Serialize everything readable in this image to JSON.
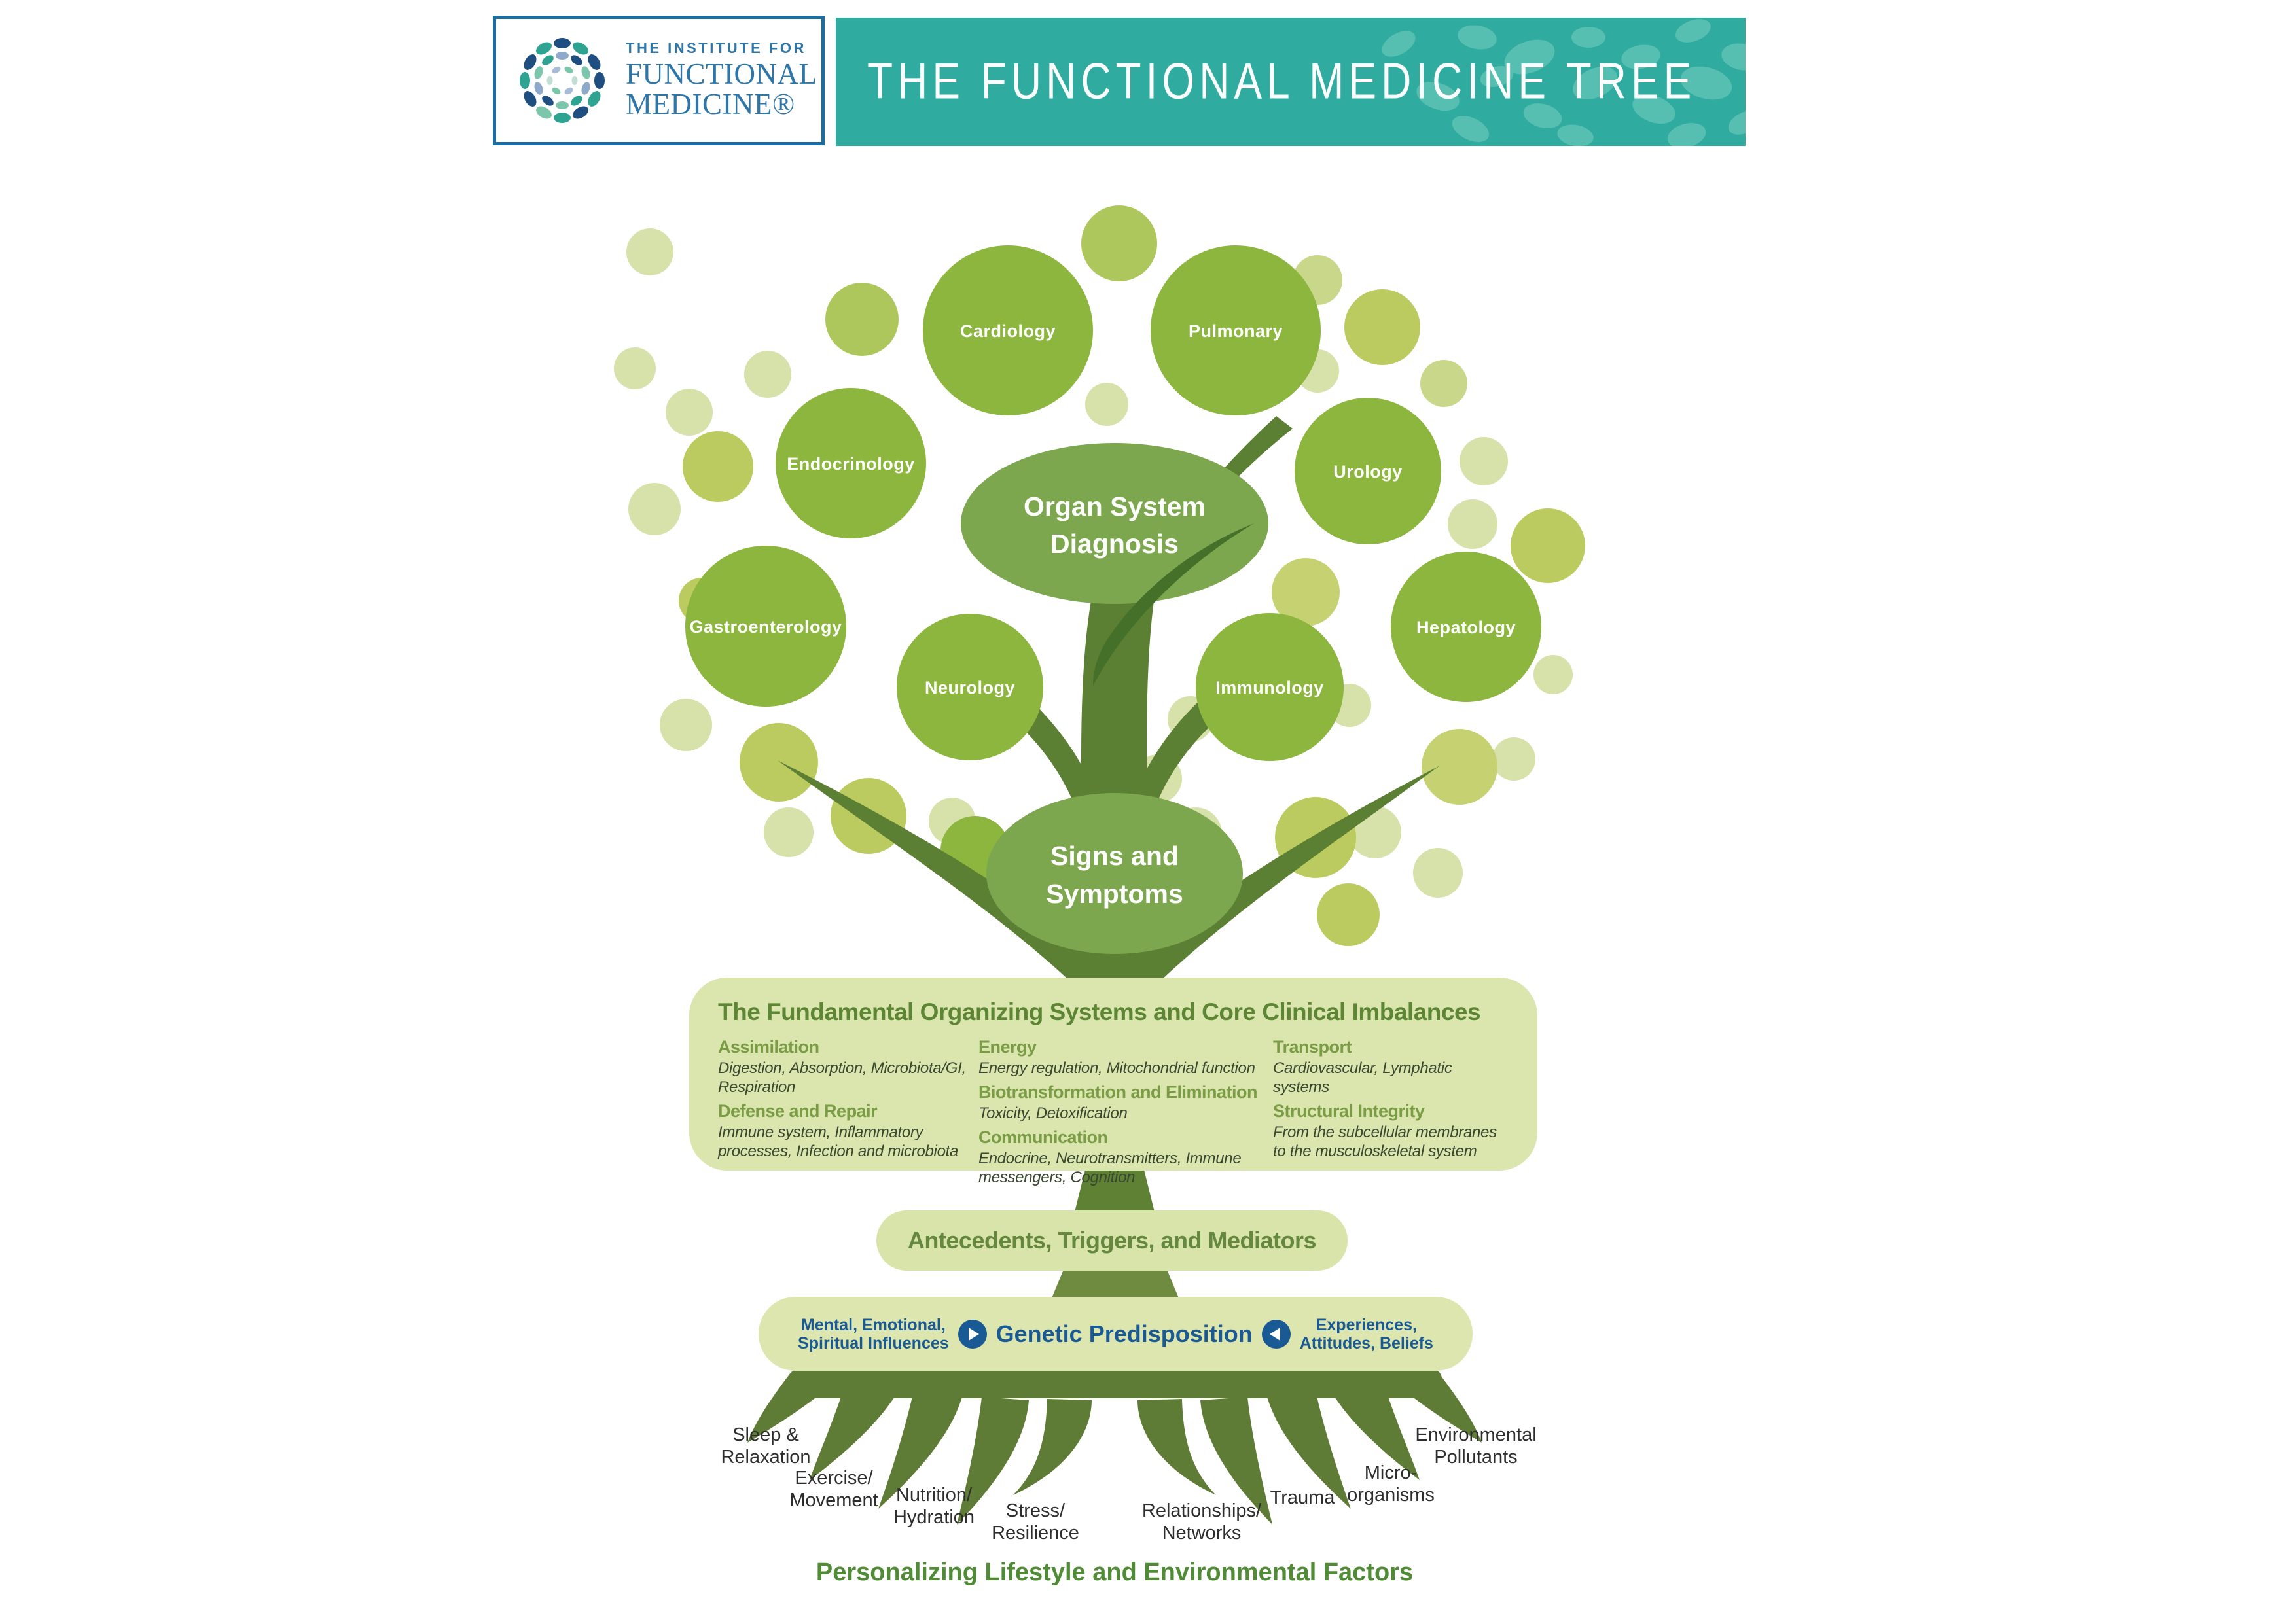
{
  "header": {
    "logo": {
      "line1": "THE INSTITUTE FOR",
      "line2": "FUNCTIONAL",
      "line3": "MEDICINE®"
    },
    "banner_title": "THE FUNCTIONAL MEDICINE TREE"
  },
  "canopy": {
    "circles": [
      "Cardiology",
      "Pulmonary",
      "Endocrinology",
      "Urology",
      "Gastroenterology",
      "Neurology",
      "Immunology",
      "Hepatology"
    ],
    "organ": {
      "line1": "Organ System",
      "line2": "Diagnosis"
    },
    "signs": {
      "line1": "Signs and",
      "line2": "Symptoms"
    }
  },
  "imbalances": {
    "title": "The Fundamental Organizing Systems and Core Clinical Imbalances",
    "columns": [
      [
        {
          "h": "Assimilation",
          "b": "Digestion, Absorption, Microbiota/GI, Respiration"
        },
        {
          "h": "Defense and Repair",
          "b": "Immune system, Inflammatory processes, Infection and microbiota"
        }
      ],
      [
        {
          "h": "Energy",
          "b": "Energy regulation, Mitochondrial function"
        },
        {
          "h": "Biotransformation and Elimination",
          "b": "Toxicity, Detoxification"
        },
        {
          "h": "Communication",
          "b": "Endocrine, Neurotransmitters, Immune messengers, Cognition"
        }
      ],
      [
        {
          "h": "Transport",
          "b": "Cardiovascular, Lymphatic systems"
        },
        {
          "h": "Structural Integrity",
          "b": "From the subcellular membranes to the musculoskeletal system"
        }
      ]
    ]
  },
  "antecedents": {
    "label": "Antecedents, Triggers, and Mediators"
  },
  "genetic": {
    "left": {
      "line1": "Mental, Emotional,",
      "line2": "Spiritual Influences"
    },
    "center": "Genetic Predisposition",
    "right": {
      "line1": "Experiences,",
      "line2": "Attitudes, Beliefs"
    }
  },
  "roots": {
    "items": [
      {
        "line1": "Sleep &",
        "line2": "Relaxation"
      },
      {
        "line1": "Exercise/",
        "line2": "Movement"
      },
      {
        "line1": "Nutrition/",
        "line2": "Hydration"
      },
      {
        "line1": "Stress/",
        "line2": "Resilience"
      },
      {
        "line1": "Relationships/",
        "line2": "Networks"
      },
      {
        "line1": "Trauma"
      },
      {
        "line1": "Micro-",
        "line2": "organisms"
      },
      {
        "line1": "Environmental",
        "line2": "Pollutants"
      }
    ]
  },
  "footer": {
    "title": "Personalizing Lifestyle and Environmental Factors"
  },
  "colors": {
    "teal_banner": "#2FAB9F",
    "logo_blue": "#2E75A8",
    "leaf_green": "#8CB63E",
    "node_green": "#7CA74E",
    "trunk_green": "#5B7F33",
    "light_box": "#DBE5AE",
    "text_blue": "#1A5A94",
    "footer_green": "#4F8C35"
  }
}
